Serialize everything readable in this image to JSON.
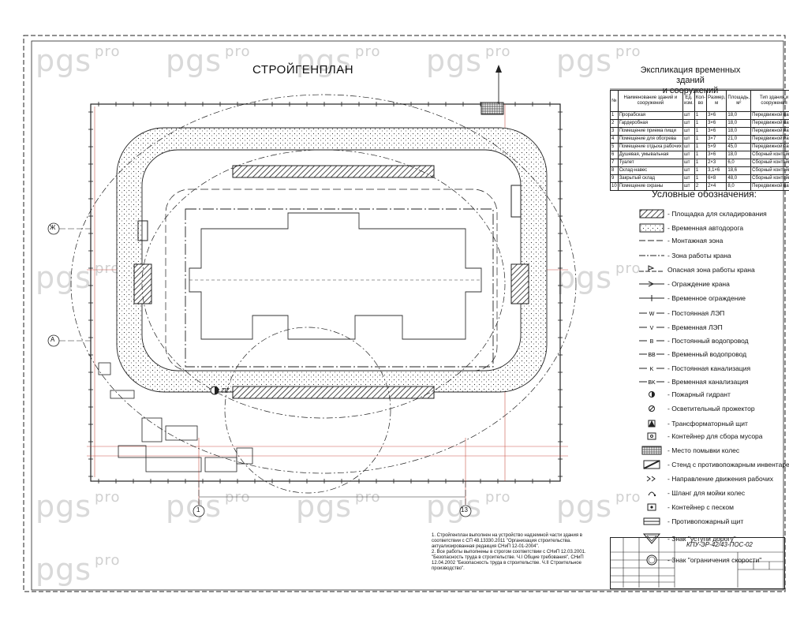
{
  "watermark": {
    "main": "pgs",
    "suffix": "pro"
  },
  "title": "СТРОЙГЕНПЛАН",
  "explication": {
    "title_line1": "Экспликация временных зданий",
    "title_line2": "и сооружений",
    "headers": [
      "№",
      "Наименование зданий и сооружений",
      "Ед. изм.",
      "Кол-во",
      "Размер, м",
      "Площадь, м²",
      "Тип здания и сооружения"
    ],
    "rows": [
      {
        "n": "1",
        "name": "Прорабская",
        "unit": "шт",
        "qty": "1",
        "size": "3×6",
        "area": "18,0",
        "type": "Передвижной вагон"
      },
      {
        "n": "2",
        "name": "Гардеробная",
        "unit": "шт",
        "qty": "1",
        "size": "3×6",
        "area": "18,0",
        "type": "Передвижной вагон"
      },
      {
        "n": "3",
        "name": "Помещение приема пищи",
        "unit": "шт",
        "qty": "1",
        "size": "3×6",
        "area": "18,0",
        "type": "Передвижной вагон"
      },
      {
        "n": "4",
        "name": "Помещение для обогрева",
        "unit": "шт",
        "qty": "1",
        "size": "3×7",
        "area": "21,0",
        "type": "Передвижной вагон"
      },
      {
        "n": "5",
        "name": "Помещение отдыха рабочих",
        "unit": "шт",
        "qty": "1",
        "size": "5×9",
        "area": "45,0",
        "type": "Передвижной вагон"
      },
      {
        "n": "6",
        "name": "Душевая, умывальная",
        "unit": "шт",
        "qty": "1",
        "size": "3×6",
        "area": "18,0",
        "type": "Сборный контейнер"
      },
      {
        "n": "7",
        "name": "Туалет",
        "unit": "шт",
        "qty": "1",
        "size": "2×3",
        "area": "6,0",
        "type": "Сборный контейнер"
      },
      {
        "n": "8",
        "name": "Склад-навес",
        "unit": "шт",
        "qty": "1",
        "size": "3,1×6",
        "area": "18,6",
        "type": "Сборный контейнер"
      },
      {
        "n": "9",
        "name": "Закрытый склад",
        "unit": "шт",
        "qty": "1",
        "size": "6×8",
        "area": "48,0",
        "type": "Сборный контейнер"
      },
      {
        "n": "10",
        "name": "Помещение охраны",
        "unit": "шт",
        "qty": "2",
        "size": "2×4",
        "area": "8,0",
        "type": "Передвижной вагон"
      }
    ]
  },
  "legend": {
    "title": "Условные обозначения:",
    "items": [
      {
        "label": "- Площадка для складирования",
        "symbol": "hatch"
      },
      {
        "label": "- Временная автодорога",
        "symbol": "road"
      },
      {
        "label": "- Монтажная зона",
        "symbol": "dash-long"
      },
      {
        "label": "- Зона работы крана",
        "symbol": "dash-dot"
      },
      {
        "label": "Опасная зона работы крана",
        "symbol": "flag-line"
      },
      {
        "label": "- Ограждение крана",
        "symbol": "crane-fence"
      },
      {
        "label": "- Временное ограждение",
        "symbol": "tick-line"
      },
      {
        "label": "- Постоянная ЛЭП",
        "symbol": "text-line",
        "mark": "W"
      },
      {
        "label": "- Временная ЛЭП",
        "symbol": "text-line",
        "mark": "V"
      },
      {
        "label": "- Постоянный водопровод",
        "symbol": "text-line",
        "mark": "B"
      },
      {
        "label": "- Временный водопровод",
        "symbol": "text-line",
        "mark": "BB"
      },
      {
        "label": "- Постоянная канализация",
        "symbol": "text-line",
        "mark": "K"
      },
      {
        "label": "- Временная канализация",
        "symbol": "text-line",
        "mark": "BK"
      },
      {
        "label": "- Пожарный гидрант",
        "symbol": "hydrant"
      },
      {
        "label": "- Осветительный прожектор",
        "symbol": "searchlight"
      },
      {
        "label": "- Трансформаторный щит",
        "symbol": "transformer"
      },
      {
        "label": "- Контейнер для сбора мусора",
        "symbol": "container"
      },
      {
        "label": "- Место помывки колес",
        "symbol": "wheelwash"
      },
      {
        "label": "- Стенд с противопожарным инвентарем",
        "symbol": "firestand"
      },
      {
        "label": "- Направление движения рабочих",
        "symbol": "arrows"
      },
      {
        "label": "- Шланг для мойки колес",
        "symbol": "hose"
      },
      {
        "label": "- Контейнер с песком",
        "symbol": "sand"
      },
      {
        "label": "- Противопожарный щит",
        "symbol": "fireshield"
      },
      {
        "label": "- Знак \"уступи дорогу\"",
        "symbol": "triangle"
      },
      {
        "label": "- Знак \"ограничения скорости\"",
        "symbol": "circle"
      }
    ]
  },
  "plan": {
    "axis_left_top": "Ж",
    "axis_left_bottom": "А",
    "axis_bottom_left": "1",
    "axis_bottom_right": "13",
    "hydrant_label": "ПГ"
  },
  "notes": {
    "line1": "1. Стройгенплан выполнен на устройство надземной части здания в соответствии с СП 48.13330.2011 \"Организация строительства. актуализированная редакция СНиП 12-01-2004\".",
    "line2": "2. Все работы выполнены в строгом соответствии с СНиП 12.03.2001. \"Безопасность труда в строительстве. Ч.I Общие требования\", СНиП 12.04.2002 \"Безопасность труда в строительстве. Ч.II Строительное производство\"."
  },
  "stamp": {
    "code": "КПУ-ЭР-42/43-ПОС-02"
  }
}
